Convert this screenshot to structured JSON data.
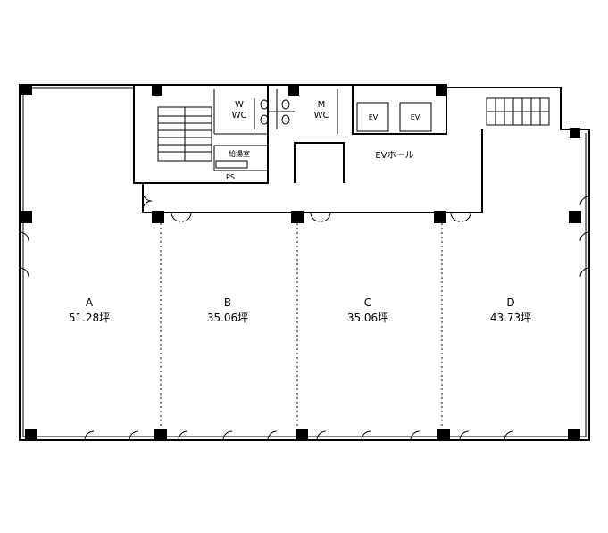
{
  "units": [
    {
      "name": "A",
      "area": "51.28坪"
    },
    {
      "name": "B",
      "area": "35.06坪"
    },
    {
      "name": "C",
      "area": "35.06坪"
    },
    {
      "name": "D",
      "area": "43.73坪"
    }
  ],
  "core": {
    "wc_women_1": "W",
    "wc_women_2": "WC",
    "wc_men_1": "M",
    "wc_men_2": "WC",
    "kitchenette": "給湯室",
    "pipe_space": "PS",
    "elevator_1": "EV",
    "elevator_2": "EV",
    "elevator_hall": "EVホール"
  }
}
